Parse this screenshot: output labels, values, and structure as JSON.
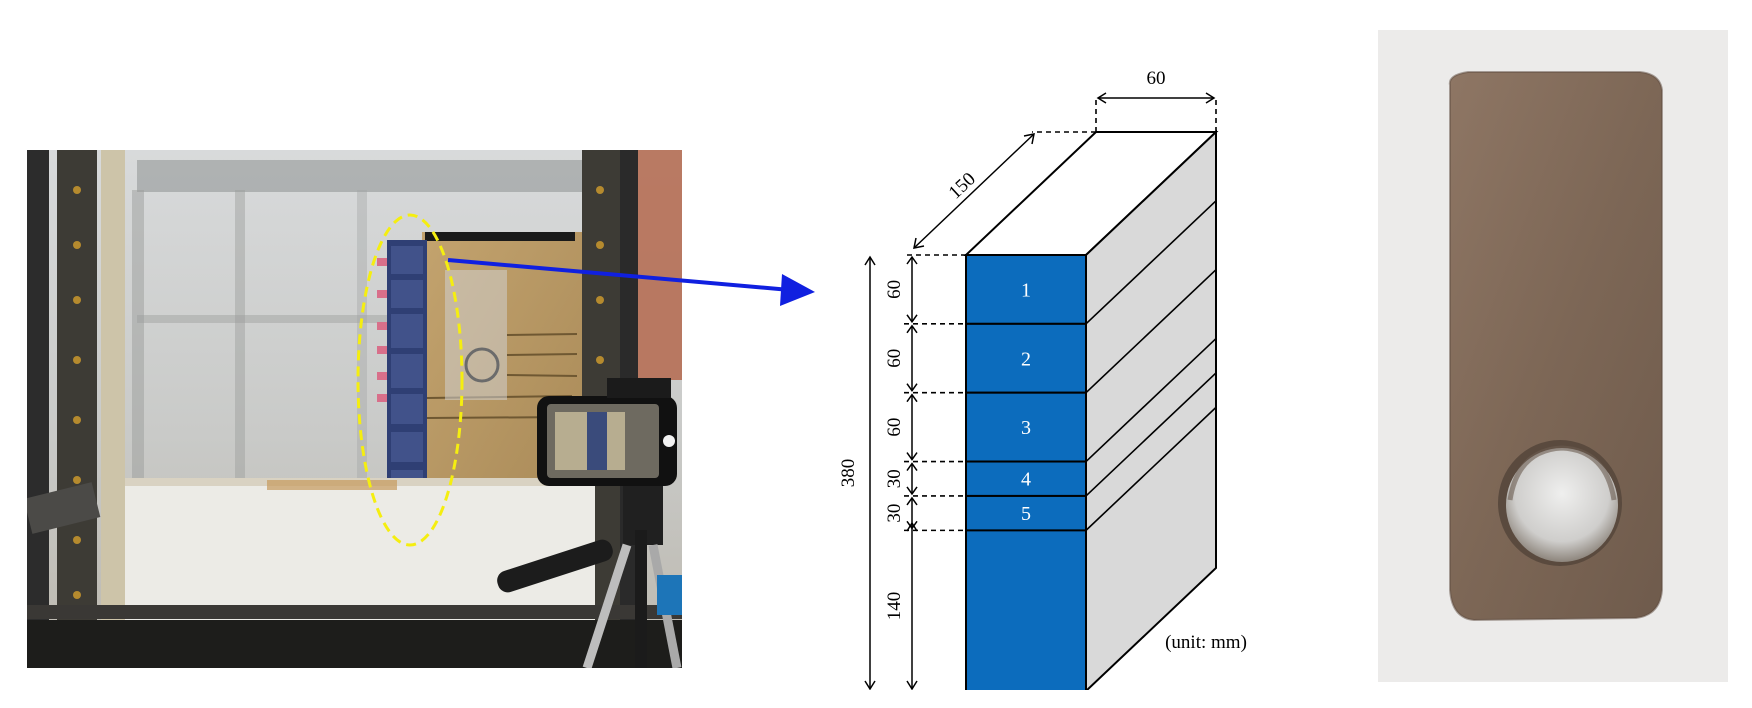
{
  "colors": {
    "block_front": "#0c6cbd",
    "block_side": "#d9d9d9",
    "pointer_arrow": "#1020e0",
    "highlight_ellipse": "#f5ee10"
  },
  "photos": {
    "left_icon": "test-apparatus-photo",
    "right_icon": "soil-specimen-photo"
  },
  "diagram": {
    "dimensions": {
      "width": "60",
      "depth": "150",
      "total_height": "380",
      "bottom": "140"
    },
    "segments": [
      {
        "label": "1",
        "height_mm": "60"
      },
      {
        "label": "2",
        "height_mm": "60"
      },
      {
        "label": "3",
        "height_mm": "60"
      },
      {
        "label": "4",
        "height_mm": "30"
      },
      {
        "label": "5",
        "height_mm": "30"
      }
    ],
    "unit_text": "(unit: mm)"
  }
}
